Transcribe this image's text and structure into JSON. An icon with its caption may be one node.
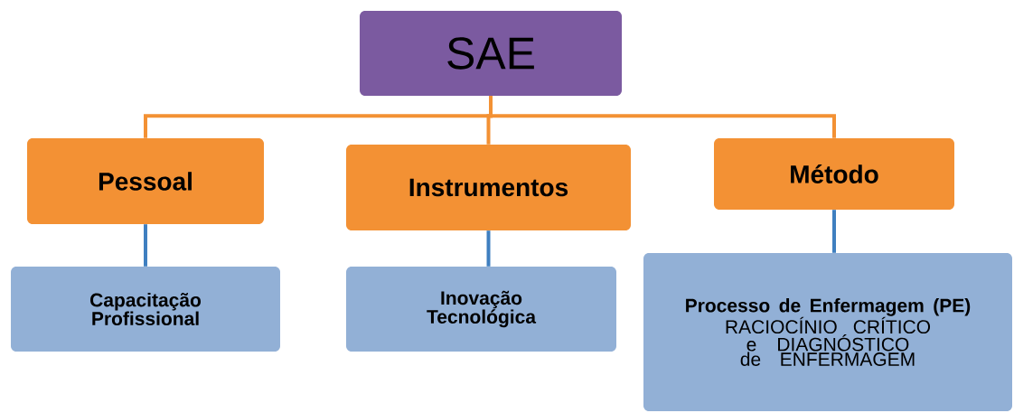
{
  "diagram": {
    "nodes": [
      {
        "text": [
          "SAE"
        ]
      },
      {
        "text": [
          "Pessoal"
        ]
      },
      {
        "text": [
          "Instrumentos"
        ]
      },
      {
        "text": [
          "Método"
        ]
      },
      {
        "text": [
          "Capacitação Profissional"
        ]
      },
      {
        "text": [
          "Inovação Tecnológica"
        ]
      },
      {
        "text": [
          "Processo de Enfermagem (PE)",
          "RACIOCÍNIO CRÍTICO e DIAGNÓSTICO de ENFERMAGEM"
        ]
      }
    ],
    "edges": [
      {
        "from": 0,
        "to": 1,
        "arrow": "none",
        "color": "#f39134"
      },
      {
        "from": 0,
        "to": 2,
        "arrow": "none",
        "color": "#f39134"
      },
      {
        "from": 0,
        "to": 3,
        "arrow": "none",
        "color": "#f39134"
      },
      {
        "from": 1,
        "to": 4,
        "arrow": "none",
        "color": "#3f7fc0"
      },
      {
        "from": 2,
        "to": 5,
        "arrow": "none",
        "color": "#3f7fc0"
      },
      {
        "from": 3,
        "to": 6,
        "arrow": "none",
        "color": "#3f7fc0"
      }
    ]
  }
}
